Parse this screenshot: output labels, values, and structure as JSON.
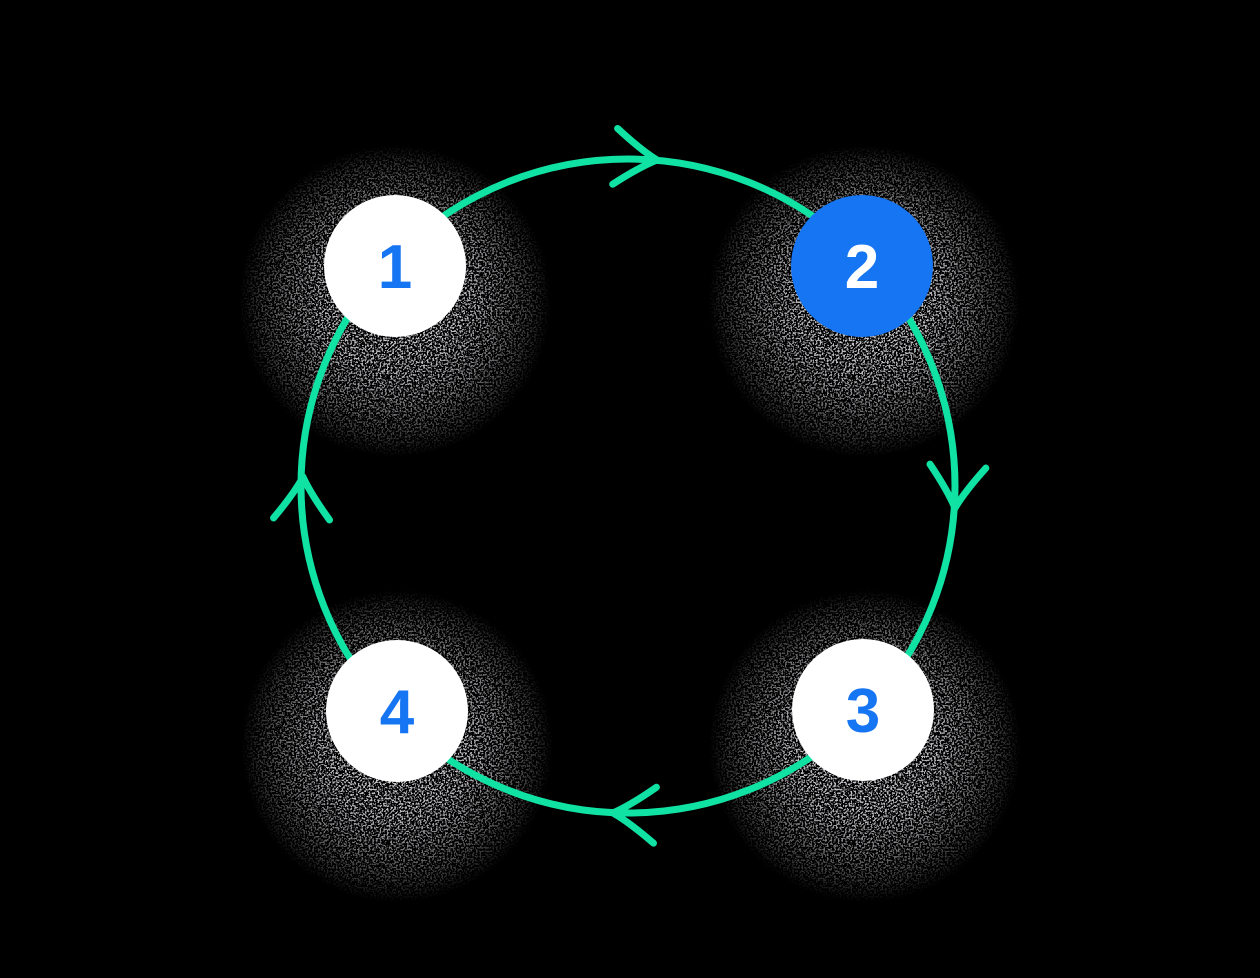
{
  "diagram": {
    "title": "four-step-cycle",
    "type": "cycle",
    "direction": "clockwise",
    "active_step": "2",
    "steps": [
      {
        "label": "1",
        "active": false
      },
      {
        "label": "2",
        "active": true
      },
      {
        "label": "3",
        "active": false
      },
      {
        "label": "4",
        "active": false
      }
    ]
  },
  "colors": {
    "background": "#000000",
    "ring_green": "#10e2a3",
    "active_fill": "#1675f2",
    "inactive_fill": "#ffffff",
    "active_number": "#ffffff",
    "inactive_number": "#1675f2"
  }
}
